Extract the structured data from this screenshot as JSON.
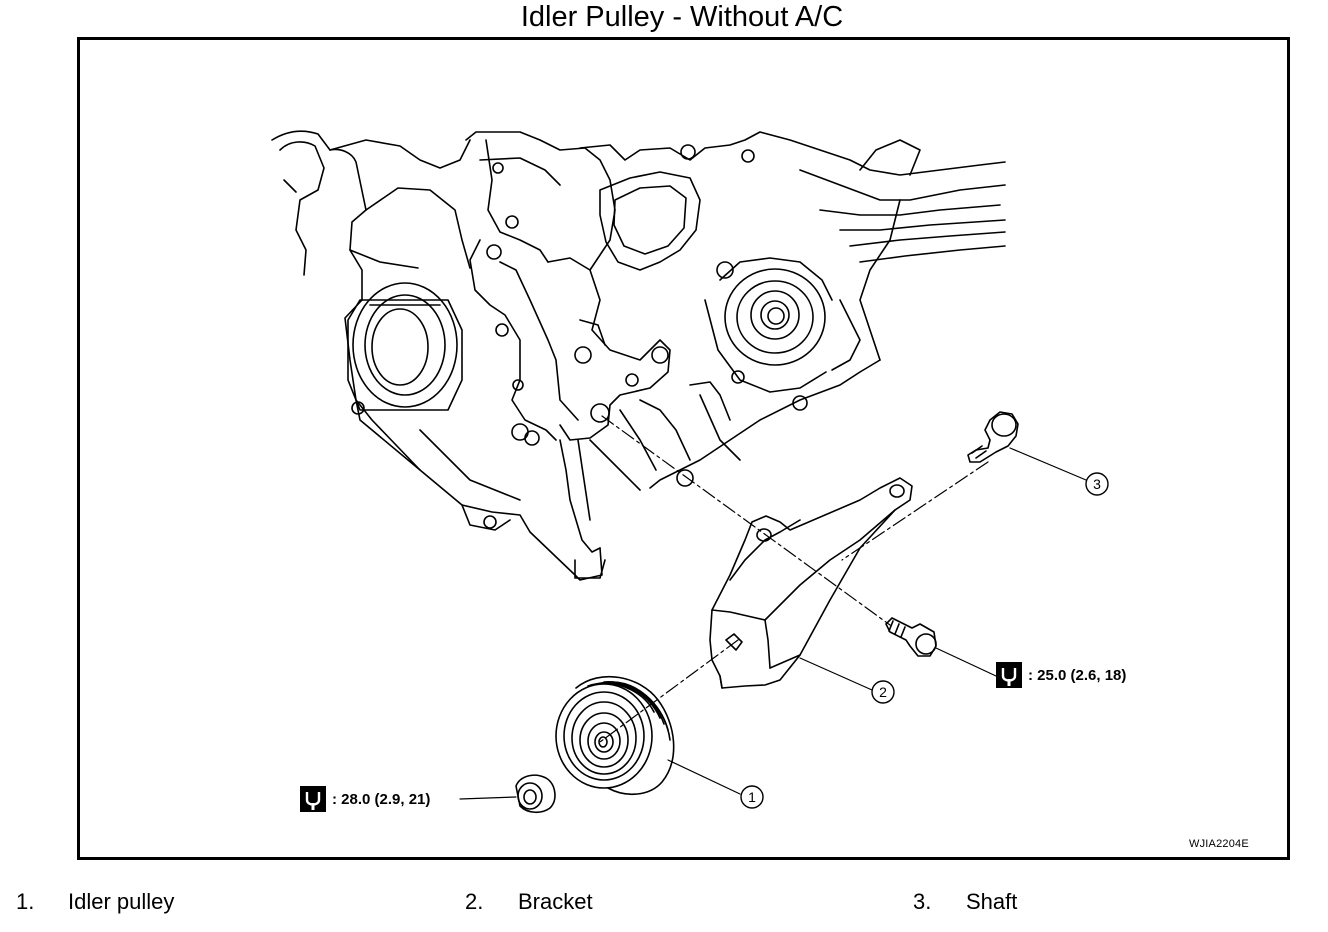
{
  "title": "Idler Pulley - Without A/C",
  "figure_id": "WJIA2204E",
  "callouts": [
    {
      "number": "1"
    },
    {
      "number": "2"
    },
    {
      "number": "3"
    }
  ],
  "torque_specs": [
    {
      "value": ": 28.0 (2.9, 21)",
      "icon": "torque-wrench-icon"
    },
    {
      "value": ": 25.0 (2.6, 18)",
      "icon": "torque-wrench-icon"
    }
  ],
  "legend": [
    {
      "number": "1.",
      "label": "Idler pulley"
    },
    {
      "number": "2.",
      "label": "Bracket"
    },
    {
      "number": "3.",
      "label": "Shaft"
    }
  ]
}
